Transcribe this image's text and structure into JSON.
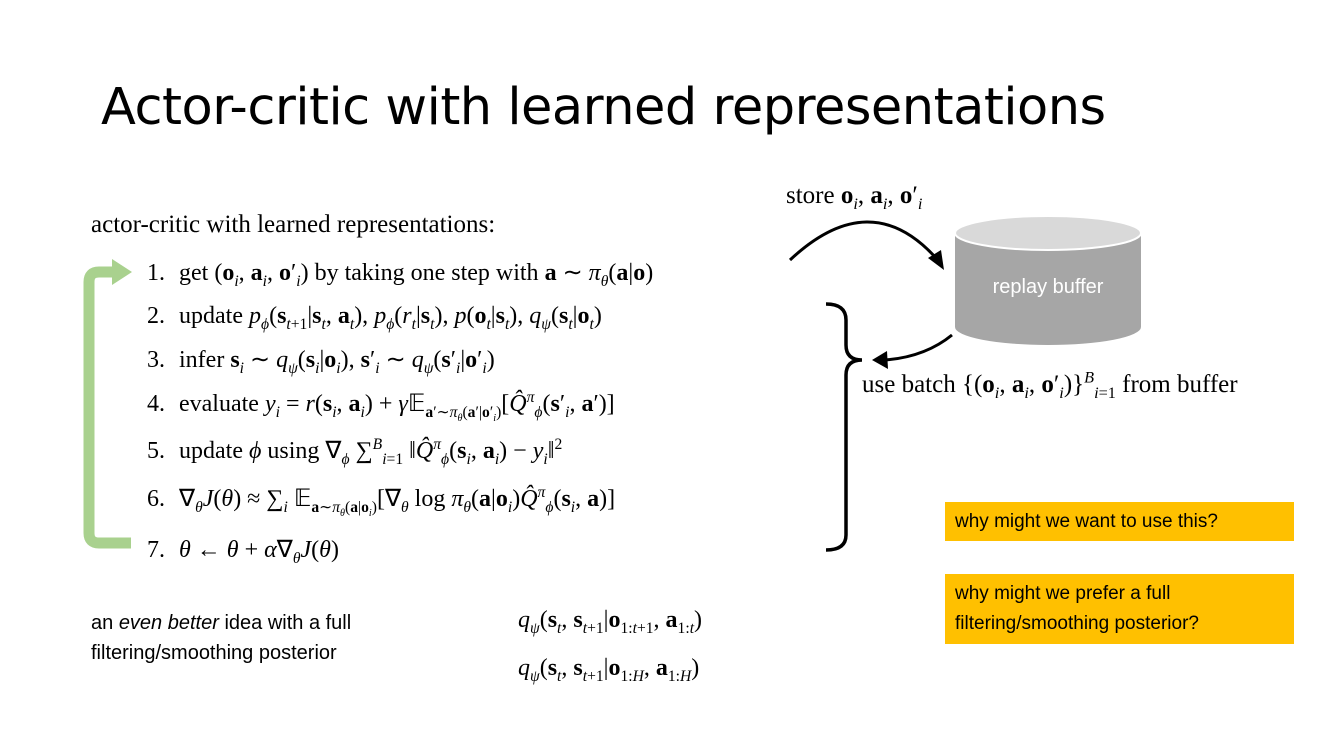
{
  "slide": {
    "title": "Actor-critic with learned representations"
  },
  "algorithm": {
    "heading": "actor-critic with learned representations:",
    "steps": [
      {
        "num": "1.",
        "text_a": "get (",
        "text_b": ") by taking one step with"
      },
      {
        "num": "2.",
        "text": "update"
      },
      {
        "num": "3.",
        "text": "infer"
      },
      {
        "num": "4.",
        "text": "evaluate"
      },
      {
        "num": "5.",
        "text_a": "update",
        "text_b": "using"
      },
      {
        "num": "6.",
        "text": ""
      },
      {
        "num": "7.",
        "text": ""
      }
    ]
  },
  "diagram": {
    "store_label": "store",
    "buffer_label": "replay buffer",
    "use_batch_label": "use batch",
    "from_buffer_label": "from buffer",
    "buffer_color": "#a6a6a6",
    "buffer_top_color": "#d9d9d9",
    "loop_arrow_color": "#a9d18e"
  },
  "posteriors": {
    "note_pre": "an ",
    "note_emph": "even better",
    "note_post": " idea with a full filtering/smoothing posterior"
  },
  "questions": [
    {
      "text": "why might we want to use this?"
    },
    {
      "text": "why might we prefer a full filtering/smoothing posterior?"
    }
  ],
  "colors": {
    "question_bg": "#ffc000"
  }
}
